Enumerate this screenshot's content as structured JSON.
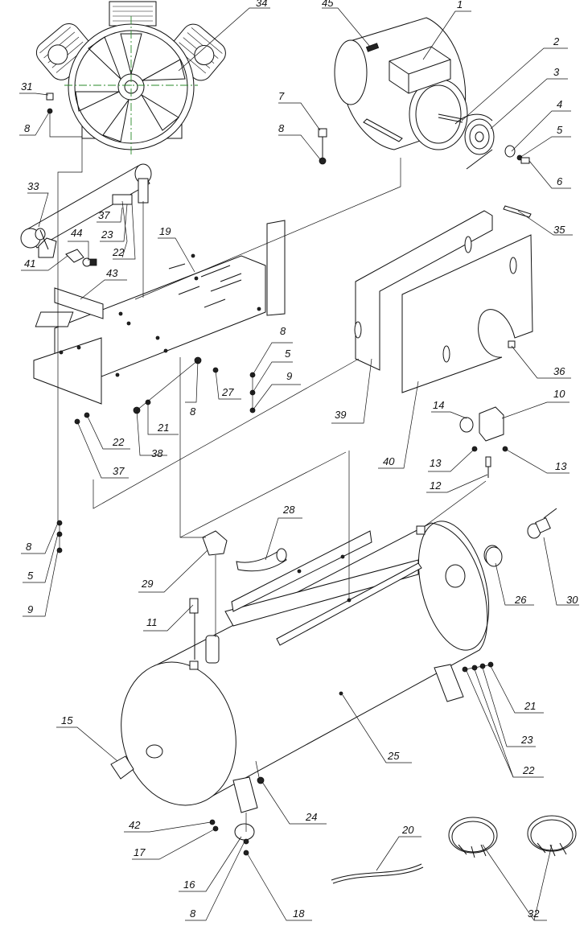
{
  "callouts": [
    {
      "n": "1"
    },
    {
      "n": "2"
    },
    {
      "n": "3"
    },
    {
      "n": "4"
    },
    {
      "n": "5"
    },
    {
      "n": "6"
    },
    {
      "n": "7"
    },
    {
      "n": "8"
    },
    {
      "n": "31"
    },
    {
      "n": "8"
    },
    {
      "n": "33"
    },
    {
      "n": "34"
    },
    {
      "n": "45"
    },
    {
      "n": "37"
    },
    {
      "n": "23"
    },
    {
      "n": "22"
    },
    {
      "n": "44"
    },
    {
      "n": "41"
    },
    {
      "n": "43"
    },
    {
      "n": "19"
    },
    {
      "n": "35"
    },
    {
      "n": "8"
    },
    {
      "n": "5"
    },
    {
      "n": "9"
    },
    {
      "n": "27"
    },
    {
      "n": "8"
    },
    {
      "n": "21"
    },
    {
      "n": "22"
    },
    {
      "n": "38"
    },
    {
      "n": "37"
    },
    {
      "n": "36"
    },
    {
      "n": "39"
    },
    {
      "n": "40"
    },
    {
      "n": "14"
    },
    {
      "n": "10"
    },
    {
      "n": "13"
    },
    {
      "n": "13"
    },
    {
      "n": "12"
    },
    {
      "n": "28"
    },
    {
      "n": "29"
    },
    {
      "n": "8"
    },
    {
      "n": "5"
    },
    {
      "n": "9"
    },
    {
      "n": "26"
    },
    {
      "n": "30"
    },
    {
      "n": "11"
    },
    {
      "n": "21"
    },
    {
      "n": "23"
    },
    {
      "n": "22"
    },
    {
      "n": "25"
    },
    {
      "n": "15"
    },
    {
      "n": "24"
    },
    {
      "n": "42"
    },
    {
      "n": "17"
    },
    {
      "n": "20"
    },
    {
      "n": "32"
    },
    {
      "n": "16"
    },
    {
      "n": "8"
    },
    {
      "n": "18"
    }
  ]
}
